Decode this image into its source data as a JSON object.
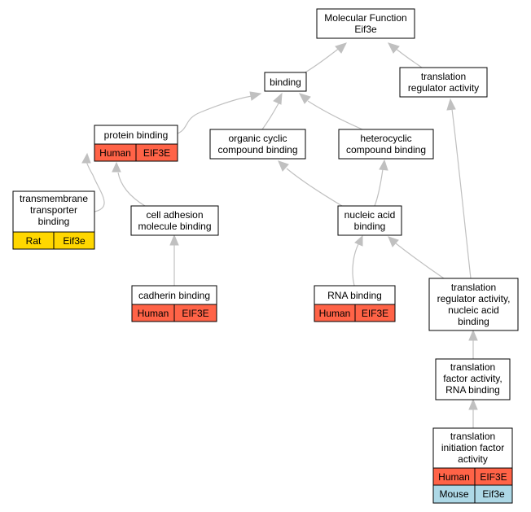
{
  "colors": {
    "human": "#ff6347",
    "rat": "#ffd700",
    "mouse": "#add8e6",
    "edge": "#c0c0c0"
  },
  "nodes": {
    "mf": {
      "label": [
        "Molecular Function",
        "Eif3e"
      ]
    },
    "binding": {
      "label": [
        "binding"
      ]
    },
    "tra": {
      "label": [
        "translation",
        "regulator activity"
      ]
    },
    "protein": {
      "label": [
        "protein binding"
      ],
      "species": [
        [
          "Human",
          "EIF3E"
        ]
      ]
    },
    "organic": {
      "label": [
        "organic cyclic",
        "compound binding"
      ]
    },
    "hetero": {
      "label": [
        "heterocyclic",
        "compound binding"
      ]
    },
    "tmt": {
      "label": [
        "transmembrane",
        "transporter",
        "binding"
      ],
      "species": [
        [
          "Rat",
          "Eif3e"
        ]
      ]
    },
    "cam": {
      "label": [
        "cell adhesion",
        "molecule binding"
      ]
    },
    "nab": {
      "label": [
        "nucleic acid",
        "binding"
      ]
    },
    "cadherin": {
      "label": [
        "cadherin binding"
      ],
      "species": [
        [
          "Human",
          "EIF3E"
        ]
      ]
    },
    "rna": {
      "label": [
        "RNA binding"
      ],
      "species": [
        [
          "Human",
          "EIF3E"
        ]
      ]
    },
    "tranab": {
      "label": [
        "translation",
        "regulator activity,",
        "nucleic acid",
        "binding"
      ]
    },
    "tfa": {
      "label": [
        "translation",
        "factor activity,",
        "RNA binding"
      ]
    },
    "tifa": {
      "label": [
        "translation",
        "initiation factor",
        "activity"
      ],
      "species": [
        [
          "Human",
          "EIF3E"
        ],
        [
          "Mouse",
          "Eif3e"
        ]
      ]
    }
  }
}
